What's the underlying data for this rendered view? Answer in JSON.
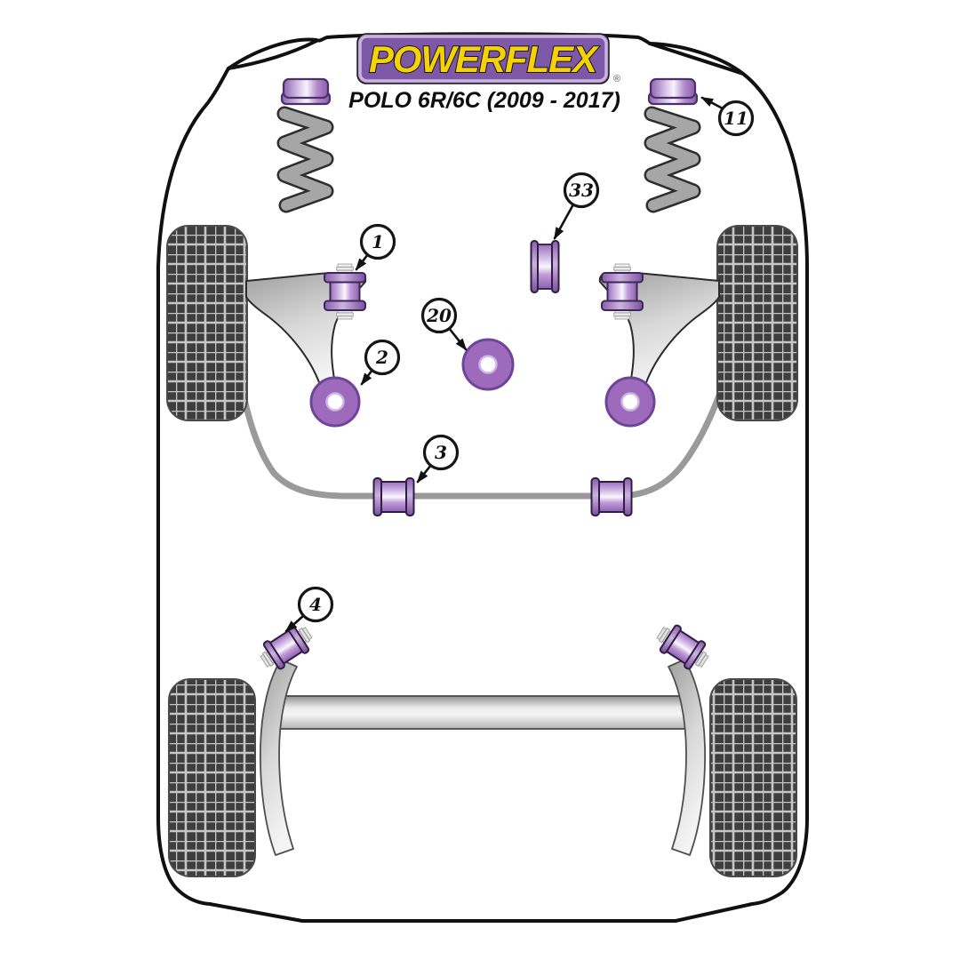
{
  "header": {
    "brand": "POWERFLEX",
    "trademark": "®",
    "model": "POLO 6R/6C (2009 - 2017)"
  },
  "colors": {
    "background": "#ffffff",
    "outline_black": "#101010",
    "logo_bg_purple": "#7d58a6",
    "logo_border": "#c9b4dd",
    "logo_yellow": "#f5d108",
    "bush_purple": "#9d6abc",
    "bush_purple_dark": "#6f4499",
    "bush_highlight": "#f7f2fb",
    "metal_gray": "#a8a8a8",
    "tire_dark": "#3e3e3e",
    "tread_light": "#c6c6c6"
  },
  "callouts": [
    {
      "label": "11"
    },
    {
      "label": "33"
    },
    {
      "label": "1"
    },
    {
      "label": "20"
    },
    {
      "label": "2"
    },
    {
      "label": "3"
    },
    {
      "label": "4"
    }
  ]
}
